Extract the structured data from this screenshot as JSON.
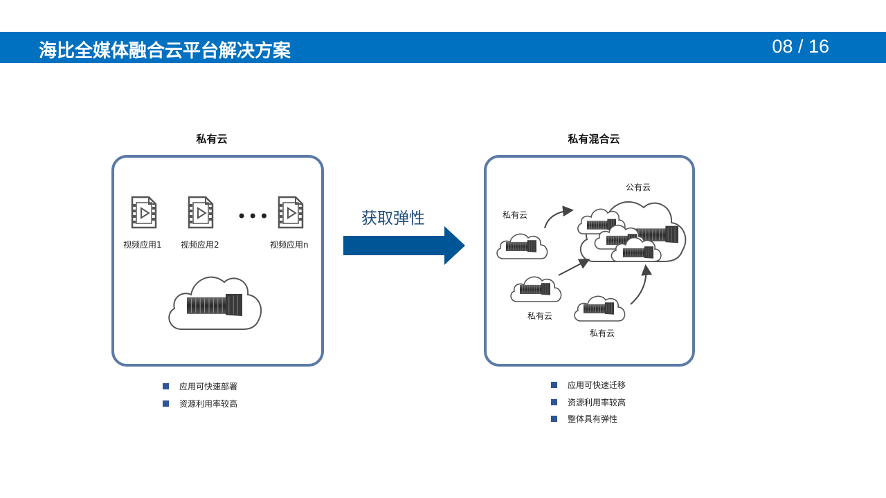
{
  "header": {
    "title": "海比全媒体融合云平台解决方案",
    "page_indicator": "08 / 16"
  },
  "left": {
    "title": "私有云",
    "apps": [
      {
        "label": "视频应用1",
        "icon": "video-file-icon"
      },
      {
        "label": "视频应用2",
        "icon": "video-file-icon"
      },
      {
        "label": "视频应用n",
        "icon": "video-file-icon"
      }
    ],
    "ellipsis": "•••",
    "bullets": [
      "应用可快速部署",
      "资源利用率较高"
    ]
  },
  "arrow": {
    "label": "获取弹性",
    "color": "#005596"
  },
  "right": {
    "title": "私有混合云",
    "public_cloud_label": "公有云",
    "private_cloud_labels": [
      "私有云",
      "私有云",
      "私有云"
    ],
    "bullets": [
      "应用可快速迁移",
      "资源利用率较高",
      "整体具有弹性"
    ]
  },
  "colors": {
    "header_bar": "#0070c0",
    "panel_border": "#5b7aa6",
    "bullet": "#2f5597"
  }
}
